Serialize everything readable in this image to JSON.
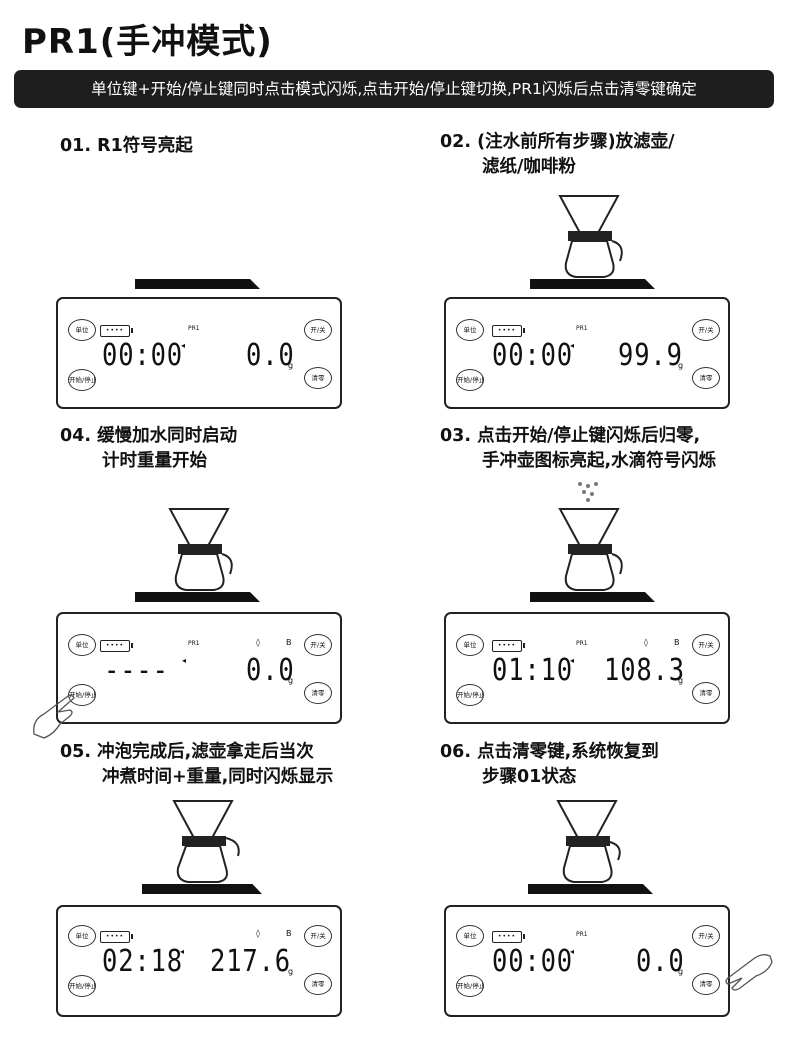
{
  "title": "PR1(手冲模式)",
  "banner": "单位键+开始/停止键同时点击模式闪烁,点击开始/停止键切换,PR1闪烁后点击清零键确定",
  "buttons": {
    "unit": "单位",
    "power": "开/关",
    "start_stop": "开始/停止",
    "tare": "清零"
  },
  "mode_label": "PR1",
  "unit_g": "g",
  "steps": [
    {
      "num": "01.",
      "line1": "R1符号亮起",
      "line2": "",
      "time": "00:00",
      "weight": "0.0"
    },
    {
      "num": "02.",
      "line1": "(注水前所有步骤)放滤壶/",
      "line2": "滤纸/咖啡粉",
      "time": "00:00",
      "weight": "99.9"
    },
    {
      "num": "03.",
      "line1": "点击开始/停止键闪烁后归零,",
      "line2": "手冲壶图标亮起,水滴符号闪烁",
      "time": "01:10",
      "weight": "108.3"
    },
    {
      "num": "04.",
      "line1": "缓慢加水同时启动",
      "line2": "计时重量开始",
      "time": "----",
      "weight": "0.0"
    },
    {
      "num": "05.",
      "line1": "冲泡完成后,滤壶拿走后当次",
      "line2": "冲煮时间+重量,同时闪烁显示",
      "time": "02:18",
      "weight": "217.6"
    },
    {
      "num": "06.",
      "line1": "点击清零键,系统恢复到",
      "line2": "步骤01状态",
      "time": "00:00",
      "weight": "0.0"
    }
  ]
}
